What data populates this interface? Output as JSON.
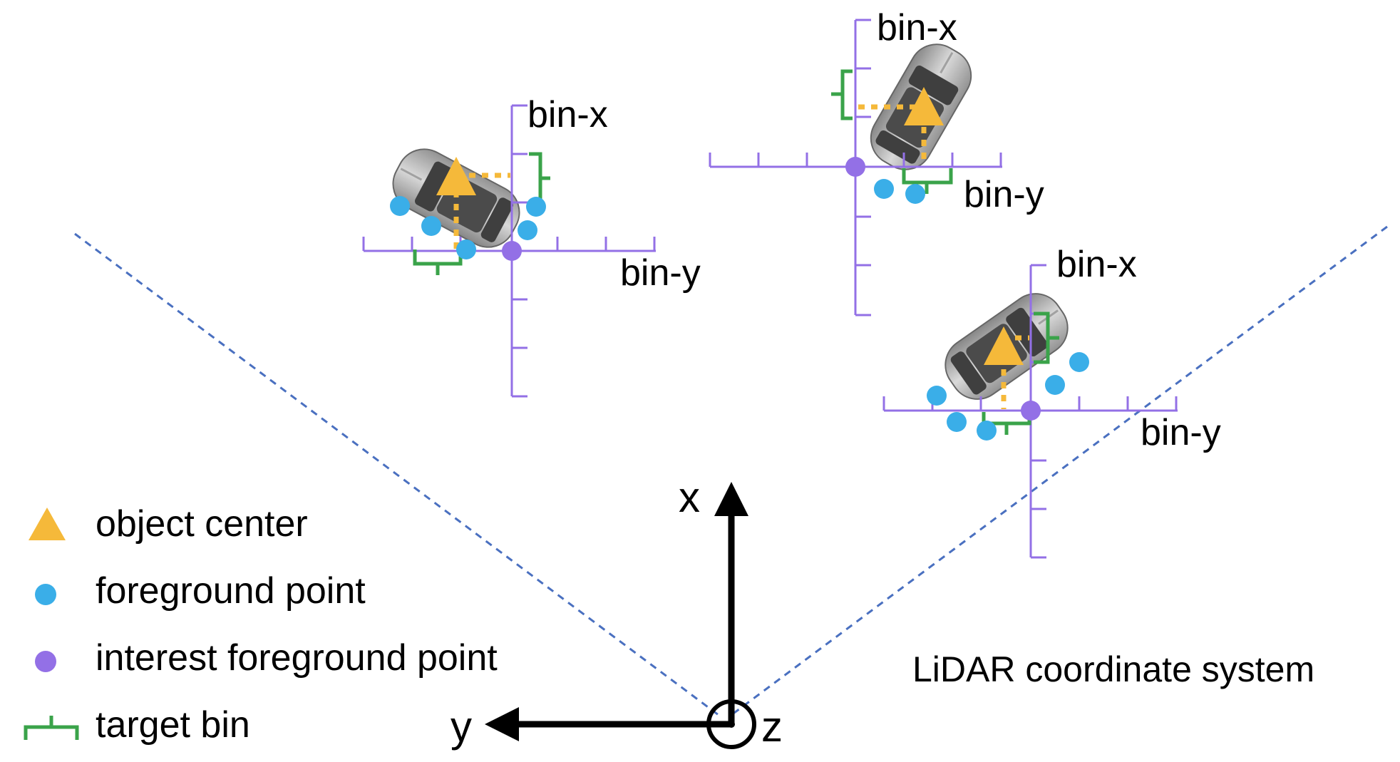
{
  "colors": {
    "grid": "#9370e6",
    "target_bin": "#3aa34a",
    "object_center": "#f5b93a",
    "foreground_point": "#3aaee8",
    "interest_point": "#9370e6",
    "fov_line": "#4a70c0",
    "axis": "#000000"
  },
  "labels": {
    "bin_x": "bin-x",
    "bin_y": "bin-y",
    "axis_x": "x",
    "axis_y": "y",
    "axis_z": "z",
    "system": "LiDAR coordinate system"
  },
  "legend": [
    {
      "icon": "triangle-icon",
      "text": "object center"
    },
    {
      "icon": "circle-icon",
      "text": "foreground point"
    },
    {
      "icon": "circle-icon",
      "text": "interest foreground point"
    },
    {
      "icon": "bracket-icon",
      "text": "target bin"
    }
  ]
}
